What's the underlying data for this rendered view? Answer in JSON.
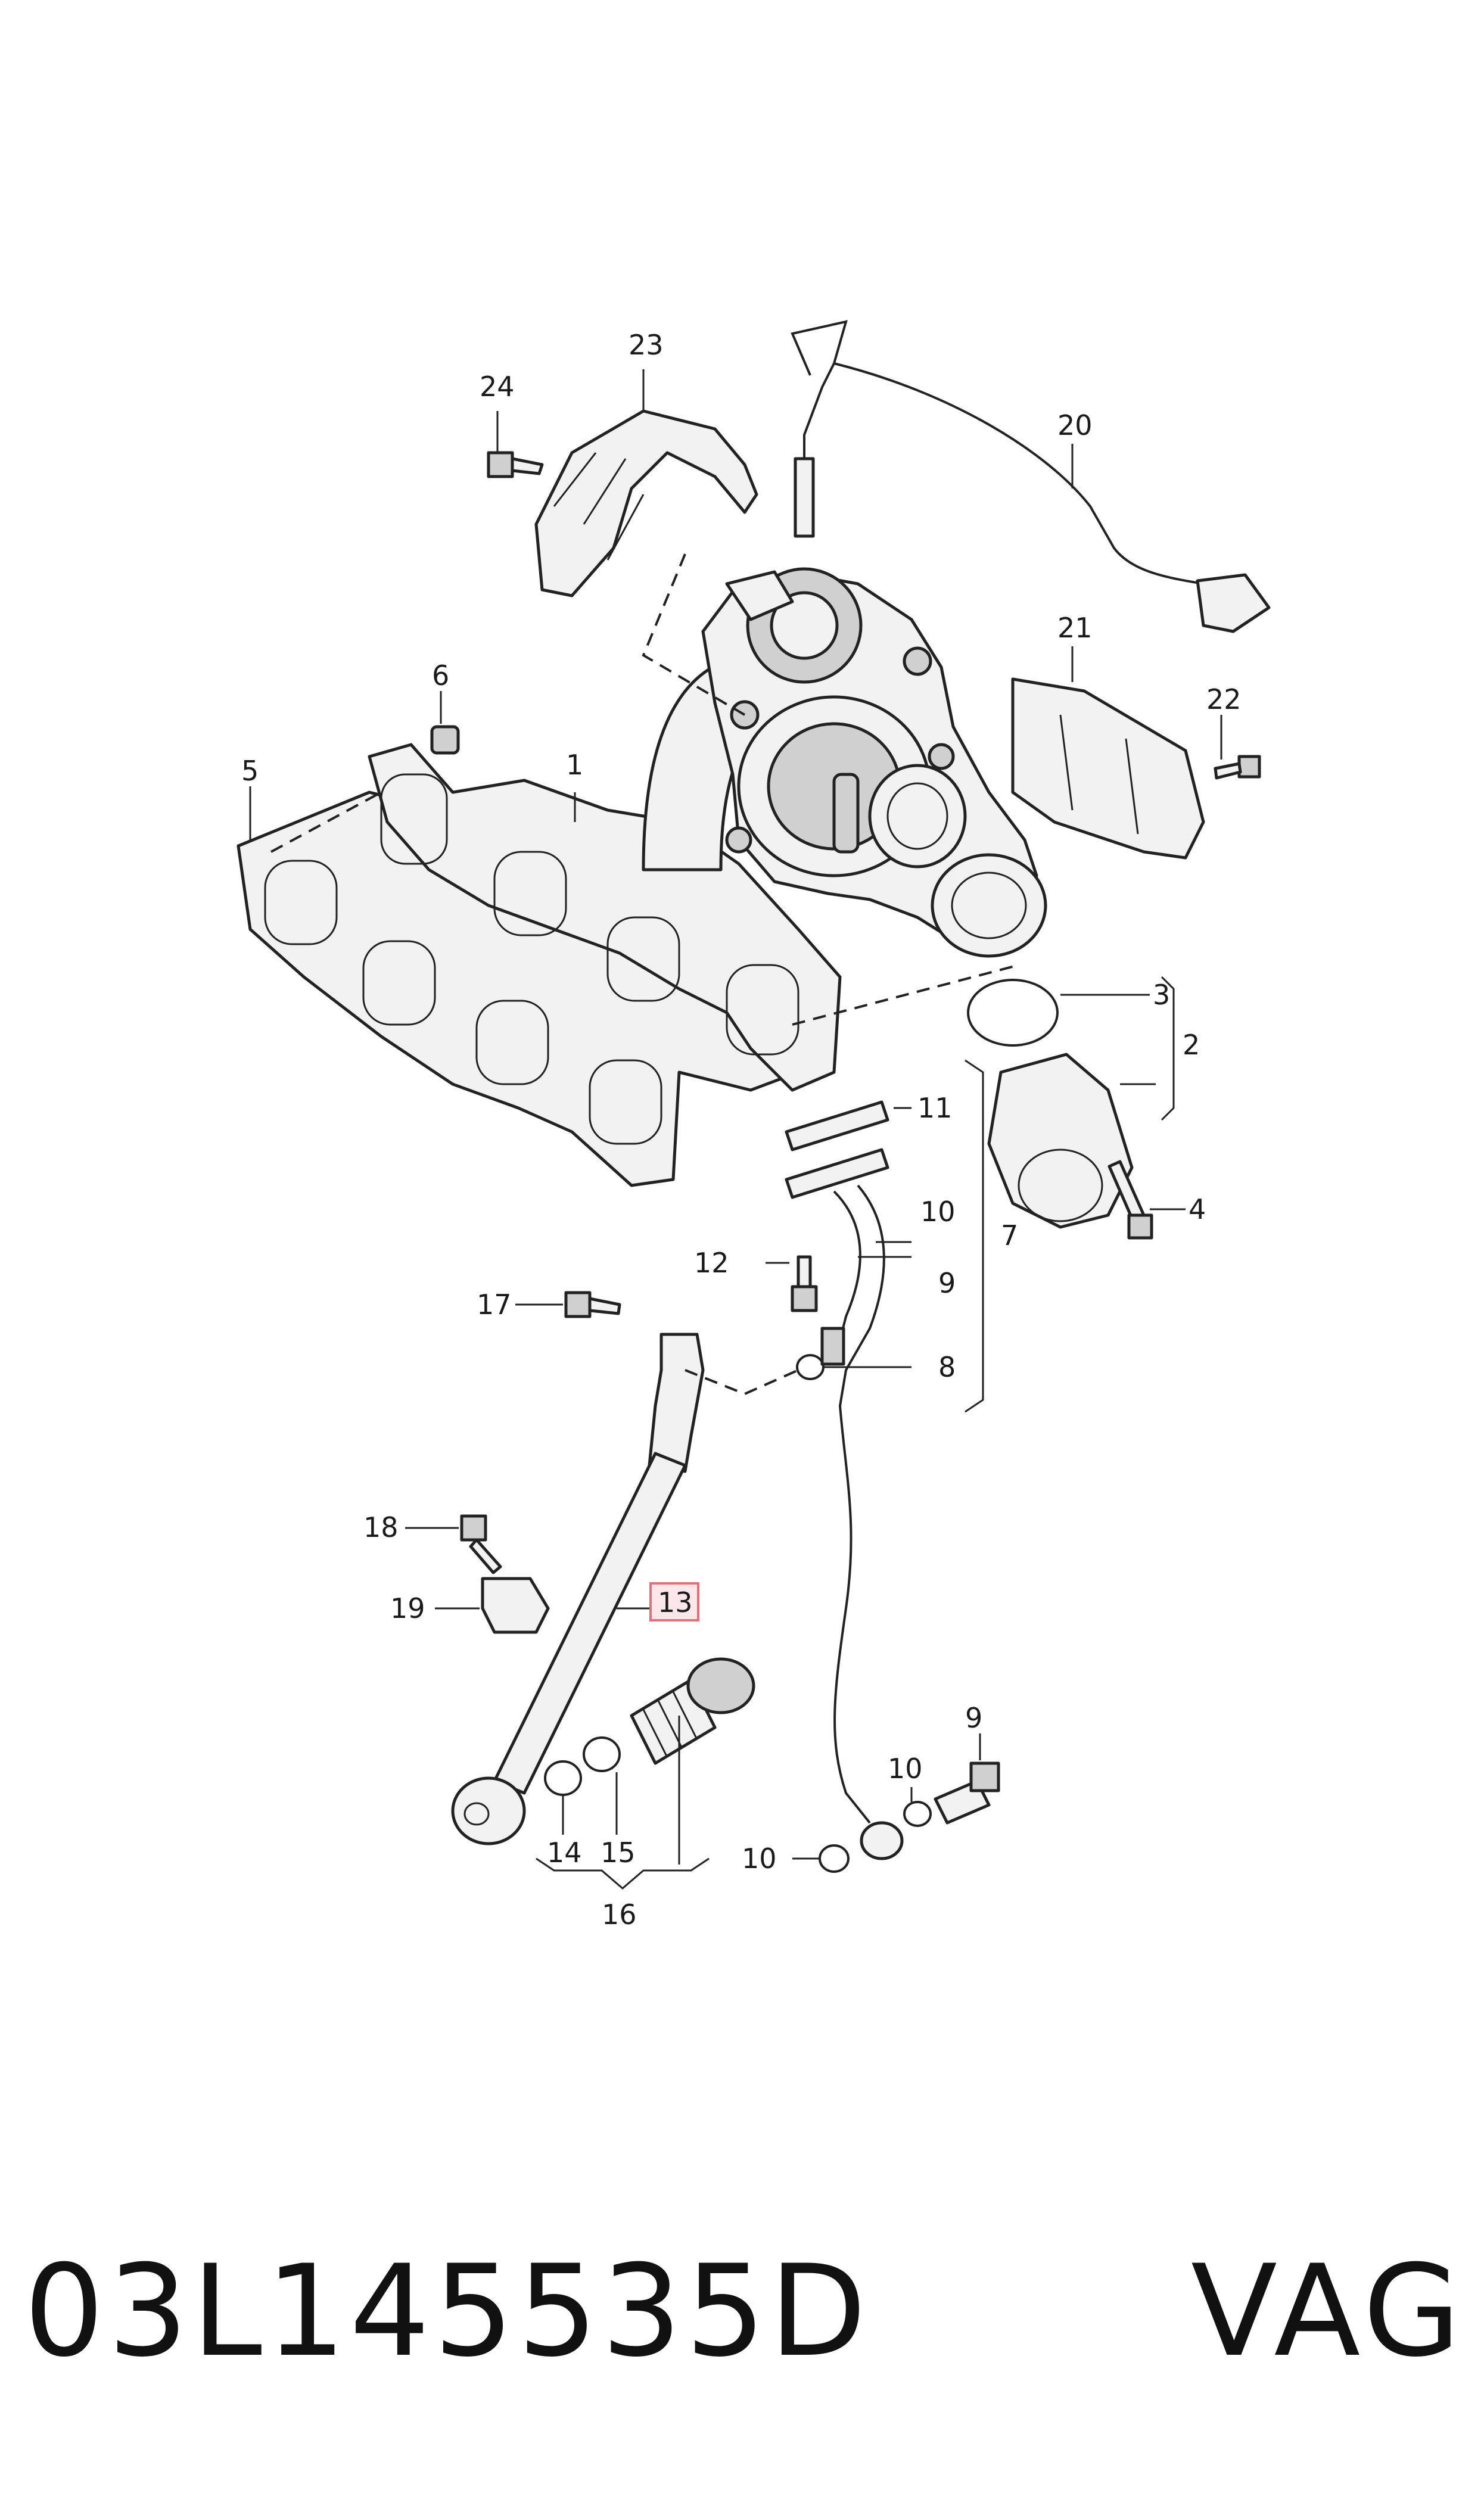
{
  "callouts": [
    {
      "id": "c1",
      "text": "1"
    },
    {
      "id": "c2",
      "text": "2"
    },
    {
      "id": "c3",
      "text": "3"
    },
    {
      "id": "c4",
      "text": "4"
    },
    {
      "id": "c5",
      "text": "5"
    },
    {
      "id": "c6",
      "text": "6"
    },
    {
      "id": "c7",
      "text": "7"
    },
    {
      "id": "c8",
      "text": "8"
    },
    {
      "id": "c9a",
      "text": "9"
    },
    {
      "id": "c9b",
      "text": "9"
    },
    {
      "id": "c10a",
      "text": "10"
    },
    {
      "id": "c10b",
      "text": "10"
    },
    {
      "id": "c10c",
      "text": "10"
    },
    {
      "id": "c11",
      "text": "11"
    },
    {
      "id": "c12",
      "text": "12"
    },
    {
      "id": "c13",
      "text": "13"
    },
    {
      "id": "c14",
      "text": "14"
    },
    {
      "id": "c15",
      "text": "15"
    },
    {
      "id": "c16",
      "text": "16"
    },
    {
      "id": "c17",
      "text": "17"
    },
    {
      "id": "c18",
      "text": "18"
    },
    {
      "id": "c19",
      "text": "19"
    },
    {
      "id": "c20",
      "text": "20"
    },
    {
      "id": "c21",
      "text": "21"
    },
    {
      "id": "c22",
      "text": "22"
    },
    {
      "id": "c23",
      "text": "23"
    },
    {
      "id": "c24",
      "text": "24"
    }
  ],
  "highlighted_callout": "13",
  "footer": {
    "part_number": "03L145535D",
    "brand": "VAG"
  },
  "colors": {
    "highlight_fill": "#fde7e9",
    "highlight_stroke": "#e0717c",
    "ink": "#222222"
  }
}
